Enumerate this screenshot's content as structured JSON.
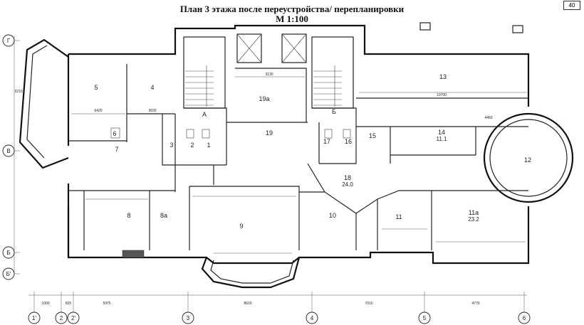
{
  "title_line1": "План 3 этажа после переустройства/ перепланировки",
  "title_line2": "М 1:100",
  "page_number": "40",
  "rooms": [
    {
      "id": "r5",
      "label": "5"
    },
    {
      "id": "r4",
      "label": "4"
    },
    {
      "id": "rA",
      "label": "А"
    },
    {
      "id": "r19a",
      "label": "19а"
    },
    {
      "id": "r19",
      "label": "19"
    },
    {
      "id": "rB",
      "label": "Б"
    },
    {
      "id": "r13",
      "label": "13"
    },
    {
      "id": "r14",
      "label": "14",
      "area": "11.1"
    },
    {
      "id": "r12",
      "label": "12"
    },
    {
      "id": "r6",
      "label": "6"
    },
    {
      "id": "r7",
      "label": "7"
    },
    {
      "id": "r3",
      "label": "3"
    },
    {
      "id": "r2",
      "label": "2"
    },
    {
      "id": "r1",
      "label": "1"
    },
    {
      "id": "r17",
      "label": "17"
    },
    {
      "id": "r16",
      "label": "16"
    },
    {
      "id": "r15",
      "label": "15"
    },
    {
      "id": "r18",
      "label": "18",
      "area": "24.0"
    },
    {
      "id": "r8",
      "label": "8"
    },
    {
      "id": "r8a",
      "label": "8а"
    },
    {
      "id": "r9",
      "label": "9"
    },
    {
      "id": "r10",
      "label": "10"
    },
    {
      "id": "r11",
      "label": "11"
    },
    {
      "id": "r11a",
      "label": "11а",
      "area": "23.2"
    }
  ],
  "axes_left": [
    "Г",
    "В",
    "Б",
    "Б'"
  ],
  "axes_bottom": [
    "1'",
    "2",
    "2'",
    "3",
    "4",
    "5",
    "6"
  ],
  "dims_top": [
    "6420",
    "3030",
    "3130",
    "10700",
    "4460",
    "3210"
  ],
  "dims_bottom": [
    "5975",
    "8620",
    "7010",
    "4775",
    "1000",
    "825"
  ]
}
